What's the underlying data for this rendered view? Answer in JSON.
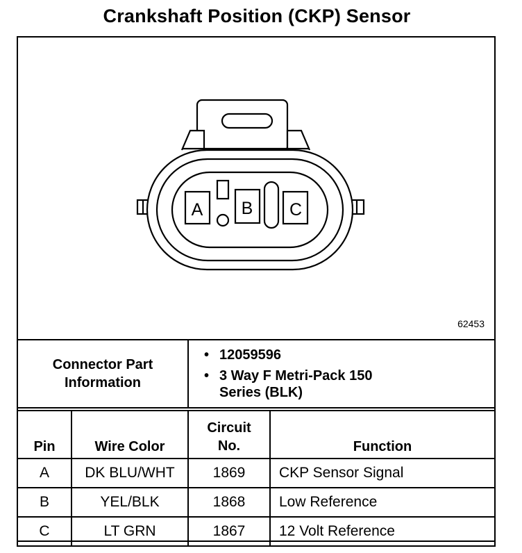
{
  "title": "Crankshaft Position (CKP) Sensor",
  "figure_id": "62453",
  "connector": {
    "pin_labels": [
      "A",
      "B",
      "C"
    ]
  },
  "connector_info": {
    "label": "Connector Part Information",
    "items": [
      "12059596",
      "3 Way F Metri-Pack 150 Series (BLK)"
    ]
  },
  "pin_table": {
    "headers": {
      "pin": "Pin",
      "wire_color": "Wire Color",
      "circuit": "Circuit No.",
      "function": "Function"
    },
    "rows": [
      {
        "pin": "A",
        "wire_color": "DK BLU/WHT",
        "circuit": "1869",
        "function": "CKP Sensor Signal"
      },
      {
        "pin": "B",
        "wire_color": "YEL/BLK",
        "circuit": "1868",
        "function": "Low Reference"
      },
      {
        "pin": "C",
        "wire_color": "LT GRN",
        "circuit": "1867",
        "function": "12 Volt Reference"
      }
    ]
  }
}
